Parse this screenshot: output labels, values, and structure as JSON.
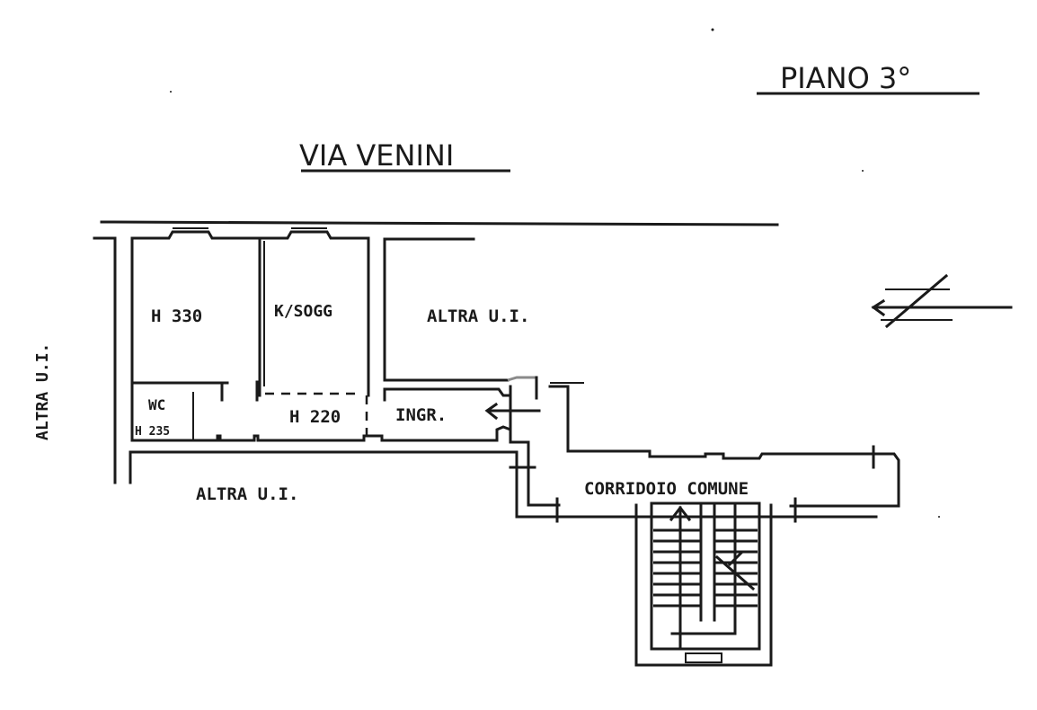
{
  "plan": {
    "floor_title": "PIANO 3°",
    "street_name": "VIA VENINI",
    "colors": {
      "ink": "#1a1a1a",
      "paper": "#ffffff",
      "faded": "#8a8a8a"
    },
    "rooms": [
      {
        "id": "room-main",
        "label": "H 330"
      },
      {
        "id": "kitchen",
        "label": "K/SOGG"
      },
      {
        "id": "wc",
        "label": "WC",
        "height_note": "H 235"
      },
      {
        "id": "hall",
        "label": "H 220"
      },
      {
        "id": "entrance",
        "label": "INGR."
      }
    ],
    "neighbors": {
      "north_east": "ALTRA U.I.",
      "south": "ALTRA U.I.",
      "west": "ALTRA U.I."
    },
    "common_areas": {
      "corridor": "CORRIDOIO COMUNE"
    },
    "symbols": {
      "north_arrow": "north-arrow-icon",
      "stair": "staircase-icon",
      "entry_arrow": "entry-arrow-icon"
    }
  }
}
